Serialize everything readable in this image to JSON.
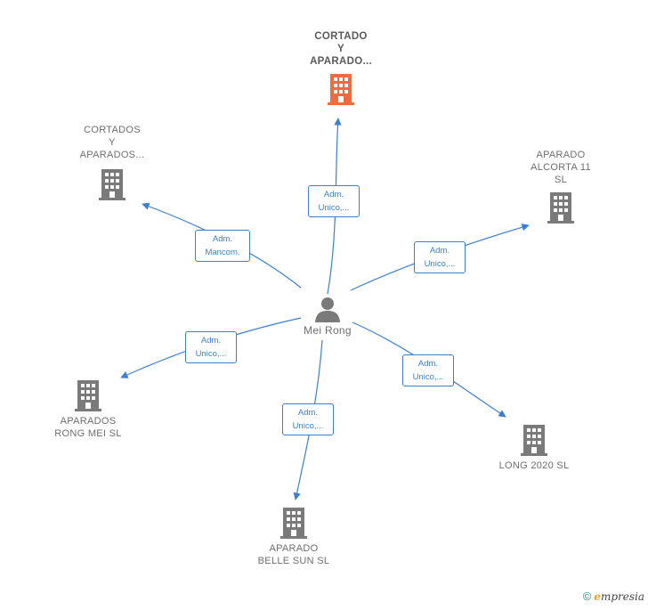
{
  "diagram": {
    "person": {
      "name": "Mei Rong",
      "icon": "person-icon"
    },
    "companies": [
      {
        "id": "cortado-aparado",
        "label": "CORTADO\nY\nAPARADO...",
        "highlight": true
      },
      {
        "id": "cortados-aparados",
        "label": "CORTADOS\nY\nAPARADOS..."
      },
      {
        "id": "aparado-alcorta",
        "label": "APARADO\nALCORTA 11\nSL"
      },
      {
        "id": "aparados-rong-mei",
        "label": "APARADOS\nRONG MEI SL"
      },
      {
        "id": "long-2020",
        "label": "LONG 2020  SL"
      },
      {
        "id": "aparado-belle-sun",
        "label": "APARADO\nBELLE SUN  SL"
      }
    ],
    "relations": [
      {
        "to": "cortado-aparado",
        "label": "Adm.\nUnico,..."
      },
      {
        "to": "cortados-aparados",
        "label": "Adm.\nMancom."
      },
      {
        "to": "aparado-alcorta",
        "label": "Adm.\nUnico,..."
      },
      {
        "to": "aparados-rong-mei",
        "label": "Adm.\nUnico,..."
      },
      {
        "to": "long-2020",
        "label": "Adm.\nUnico,..."
      },
      {
        "to": "aparado-belle-sun",
        "label": "Adm.\nUnico,..."
      }
    ],
    "colors": {
      "edge": "#3a7fd0",
      "building": "#7a7a7a",
      "building_highlight": "#f26a3d",
      "person": "#7a7a7a"
    }
  },
  "footer": {
    "copyright": "©",
    "brand_initial": "e",
    "brand_rest": "mpresia"
  }
}
